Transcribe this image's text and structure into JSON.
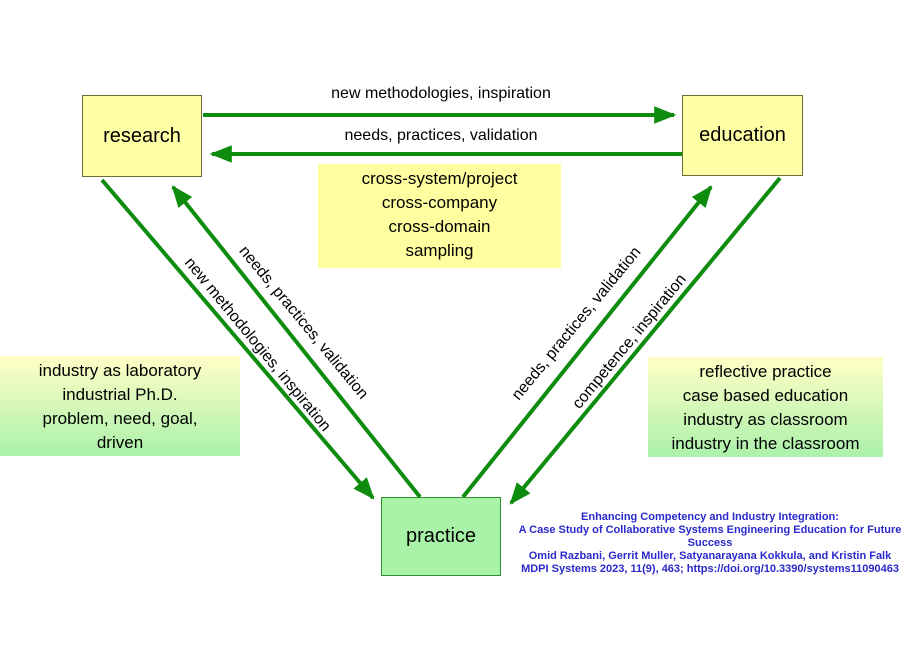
{
  "diagram": {
    "nodes": {
      "research": "research",
      "education": "education",
      "practice": "practice"
    },
    "edges": {
      "research_to_education": "new methodologies, inspiration",
      "education_to_research": "needs, practices, validation",
      "practice_to_research": "needs, practices, validation",
      "research_to_practice": "new methodologies, inspiration",
      "practice_to_education": "needs, practices, validation",
      "education_to_practice": "competence, inspiration"
    },
    "center_note": {
      "lines": [
        "cross-system/project",
        "cross-company",
        "cross-domain",
        "sampling"
      ]
    },
    "left_note": {
      "lines": [
        "industry as laboratory",
        "industrial Ph.D.",
        "problem, need, goal,",
        "driven"
      ]
    },
    "right_note": {
      "lines": [
        "reflective practice",
        "case based education",
        "industry as classroom",
        "industry in the classroom"
      ]
    }
  },
  "citation": {
    "lines": [
      "Enhancing Competency and Industry Integration:",
      "A Case Study of Collaborative Systems Engineering Education for Future Success",
      "Omid Razbani, Gerrit Muller, Satyanarayana Kokkula, and Kristin Falk",
      "MDPI Systems 2023, 11(9), 463; https://doi.org/10.3390/systems11090463"
    ]
  },
  "colors": {
    "arrow_green": "#0e8c0e",
    "node_yellow_fill": "#ffffa6",
    "node_yellow_border": "#6c6c35",
    "node_green_fill": "#a9f3a9",
    "node_green_border": "#2f8f2f",
    "center_note_fill": "#ffffa0",
    "note_gradient_top": "#ffffc6",
    "note_gradient_bottom": "#abf1ab",
    "citation_blue": "#2929cc"
  }
}
